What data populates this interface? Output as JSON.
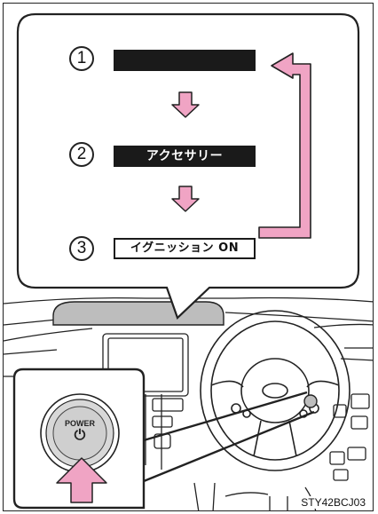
{
  "steps": [
    {
      "number": "1",
      "label": ""
    },
    {
      "number": "2",
      "label": "アクセサリー"
    },
    {
      "number": "3",
      "label": "イグニッション ON"
    }
  ],
  "power_button": {
    "label": "POWER",
    "symbol": "⏻"
  },
  "figure_code": "STY42BCJ03",
  "colors": {
    "arrow_pink": "#f0a4c4",
    "label_dark": "#1a1a1a",
    "line": "#222222"
  }
}
